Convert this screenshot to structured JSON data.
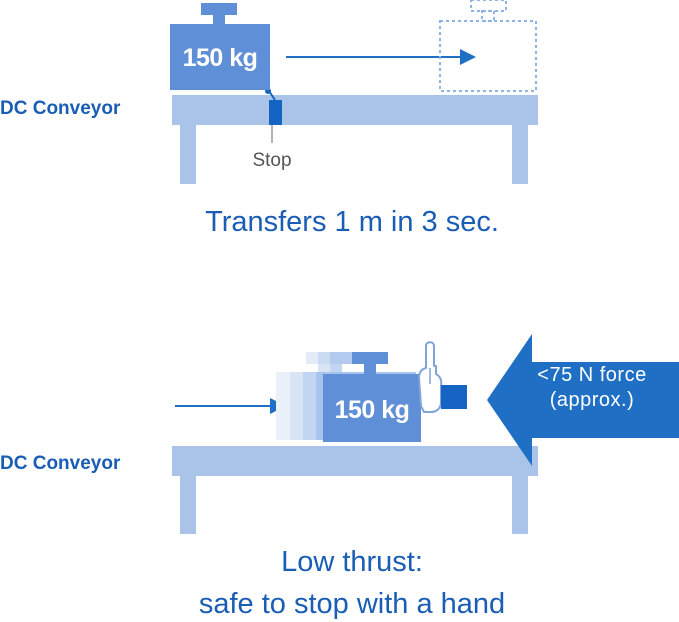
{
  "colors": {
    "conveyor": "#a9c4e8",
    "weight": "#5f8fd6",
    "accent": "#1f6fc4",
    "stop": "#1563c2",
    "dashed": "#8fb3e3",
    "text_blue": "#1a5db5",
    "text_gray": "#555555",
    "hand_fill": "#ffffff",
    "hand_stroke": "#7fa4d9"
  },
  "top": {
    "conveyor_label": "DC Conveyor",
    "weight_label": "150 kg",
    "stop_label": "Stop",
    "caption": "Transfers 1 m in 3 sec."
  },
  "bottom": {
    "conveyor_label": "DC Conveyor",
    "weight_label": "150 kg",
    "force_line1": "<75 N force",
    "force_line2": "(approx.)",
    "caption_line1": "Low thrust:",
    "caption_line2": "safe to stop with a hand"
  },
  "icons": [
    "weight-icon",
    "ghost-weight-icon",
    "motion-arrow-icon",
    "stop-pin-icon",
    "hand-icon",
    "force-arrow-icon"
  ]
}
